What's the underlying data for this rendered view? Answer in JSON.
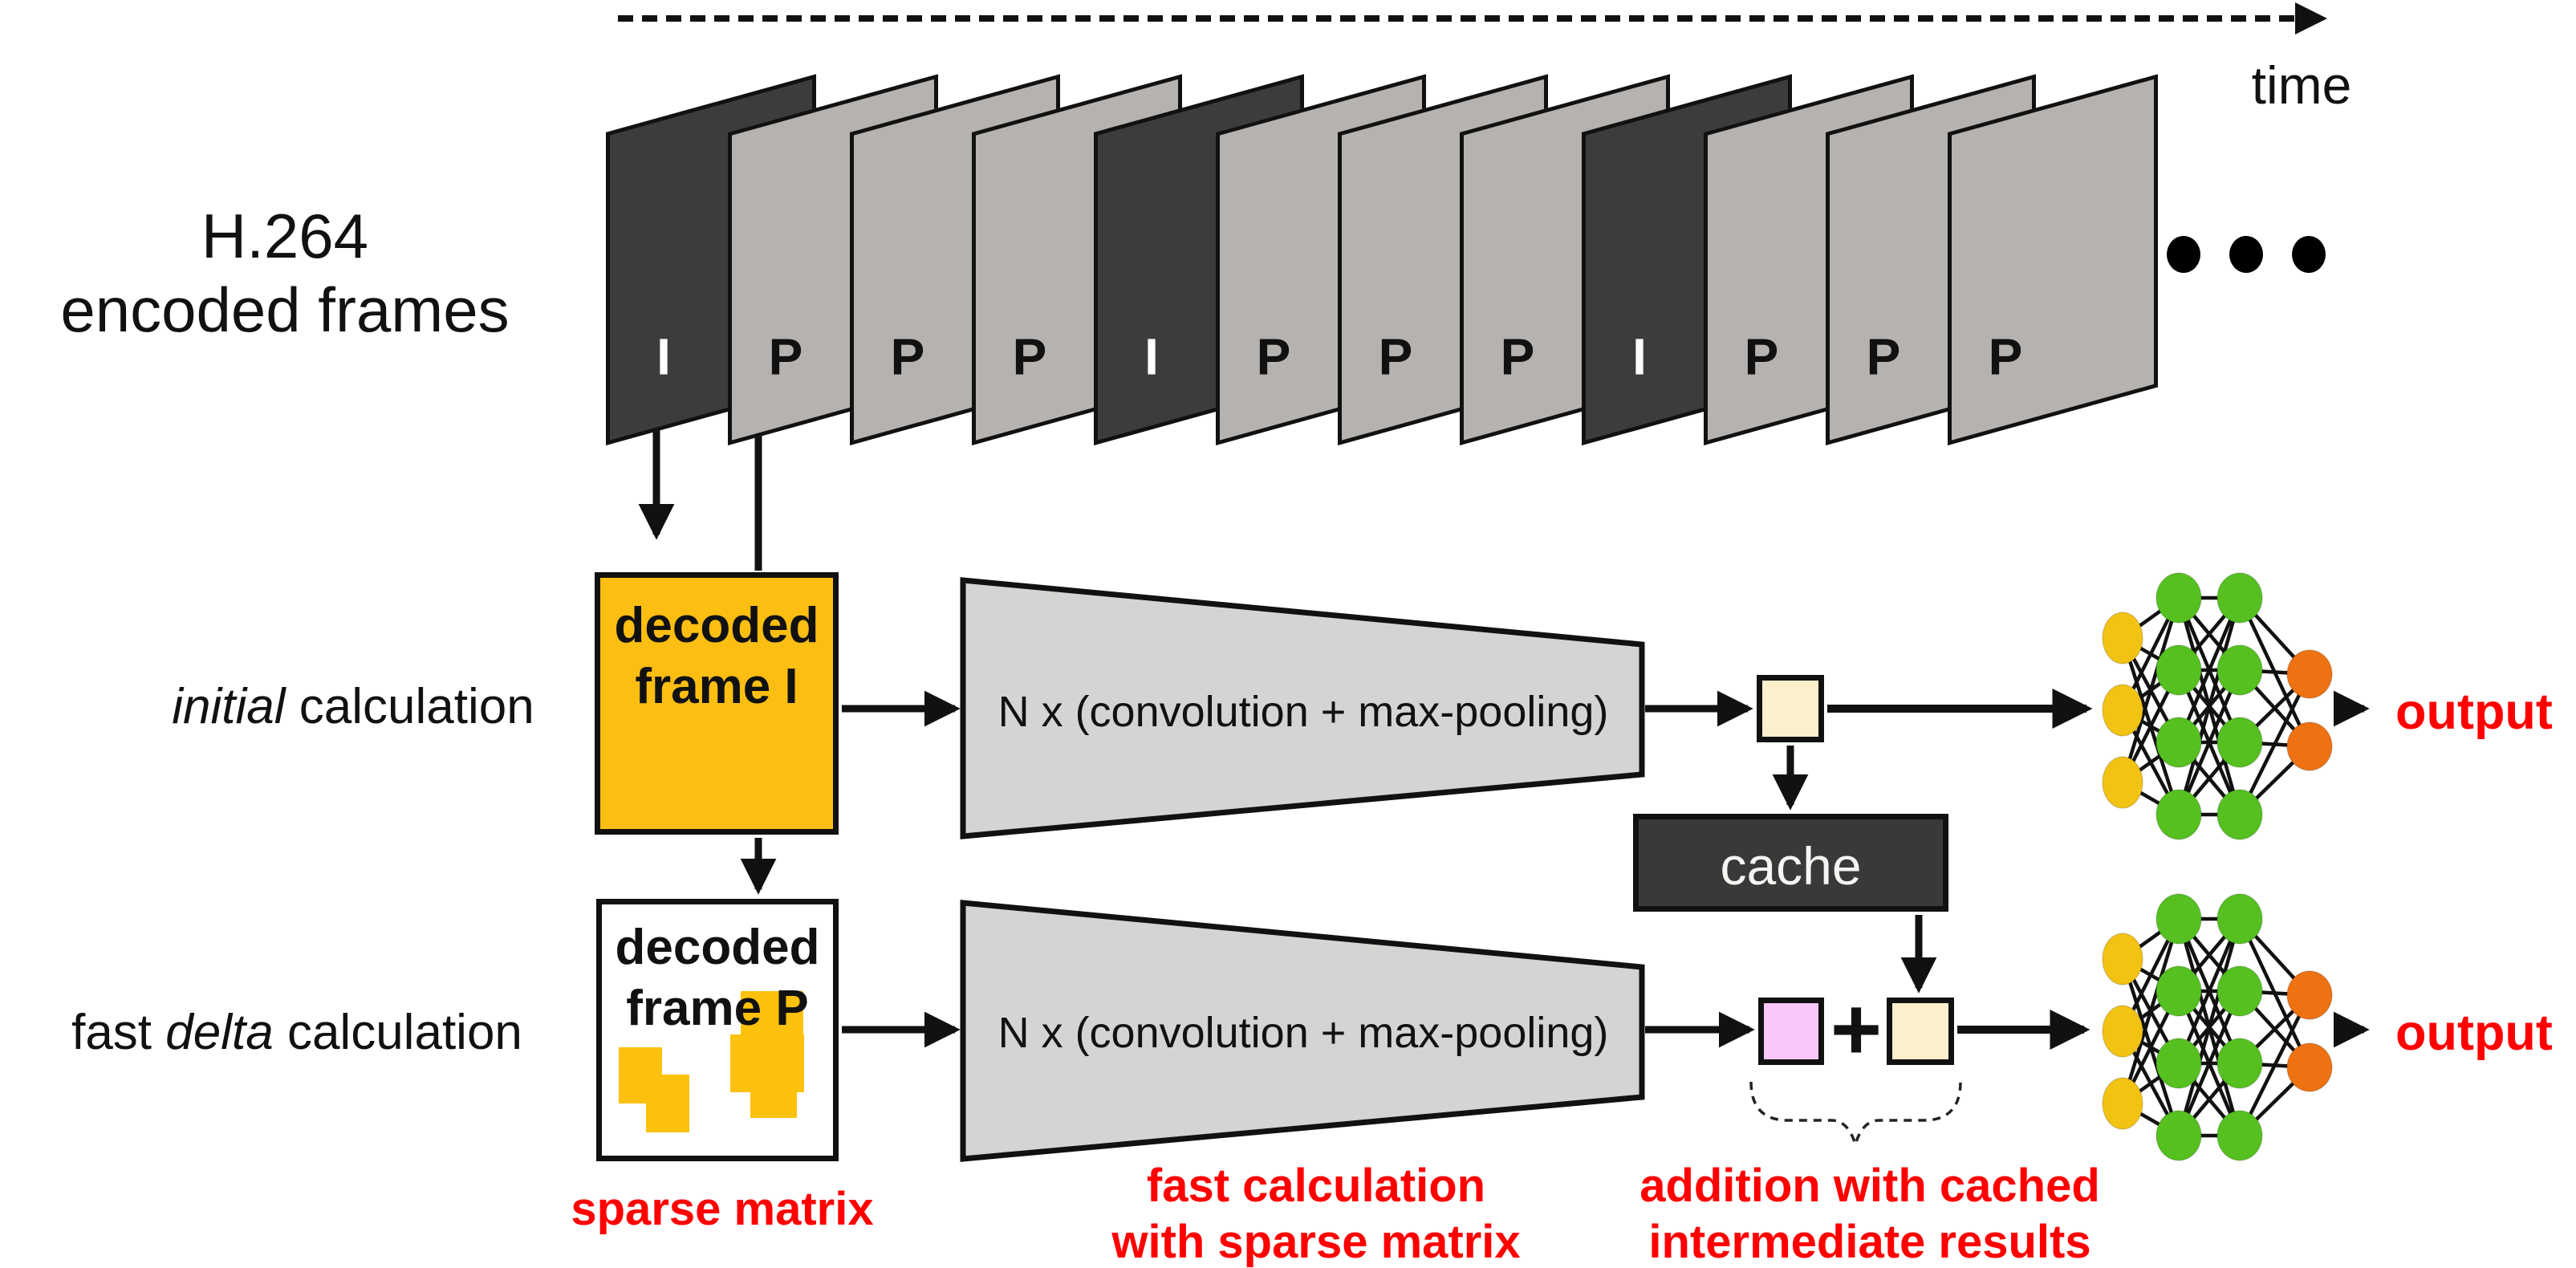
{
  "header": {
    "h264_line1": "H.264",
    "h264_line2": "encoded frames",
    "time_label": "time",
    "ellipsis_icon": "three-dots"
  },
  "frames": {
    "sequence": [
      "I",
      "P",
      "P",
      "P",
      "I",
      "P",
      "P",
      "P",
      "I",
      "P",
      "P",
      "P"
    ]
  },
  "initial_row": {
    "label_italic": "initial",
    "label_rest": " calculation",
    "decoded_box_line1": "decoded",
    "decoded_box_line2": "frame I",
    "conv_label": "N x (convolution + max-pooling)",
    "output_label": "output"
  },
  "delta_row": {
    "label_pre": "fast ",
    "label_italic": "delta",
    "label_rest": " calculation",
    "decoded_box_line1": "decoded",
    "decoded_box_line2": "frame P",
    "conv_label": "N x (convolution + max-pooling)",
    "plus_sign": "+",
    "output_label": "output"
  },
  "cache": {
    "label": "cache"
  },
  "annotations": {
    "sparse_matrix": "sparse matrix",
    "fast_calc_line1": "fast calculation",
    "fast_calc_line2": "with sparse matrix",
    "addition_line1": "addition with cached",
    "addition_line2": "intermediate results"
  },
  "nn": {
    "layers": [
      {
        "count": 3,
        "color_key": "nn_yellow",
        "role": "input"
      },
      {
        "count": 4,
        "color_key": "nn_green",
        "role": "hidden"
      },
      {
        "count": 4,
        "color_key": "nn_green",
        "role": "hidden"
      },
      {
        "count": 2,
        "color_key": "nn_orange",
        "role": "output"
      }
    ]
  },
  "colors": {
    "i_frame": "#3E3C3A",
    "p_frame": "#B5B2AF",
    "i_letter": "#FFFFFF",
    "p_letter": "#111111",
    "decoded_i_fill": "#FCBE13",
    "sparse_block": "#FCC10D",
    "cream_fill": "#FCEFCB",
    "pink_fill": "#FBC6F9",
    "cache_fill": "#3B3937",
    "cache_text": "#F7F5F3",
    "trapezoid_fill": "#D6D4D2",
    "nn_yellow": "#F3C313",
    "nn_green": "#55C020",
    "nn_orange": "#EE7112",
    "accent_red": "#FF0000",
    "line_black": "#111111"
  }
}
